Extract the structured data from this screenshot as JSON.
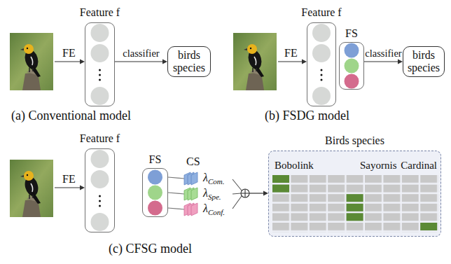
{
  "diagram": {
    "nodes": [
      {
        "text": [
          "Feature f"
        ]
      },
      {
        "text": [
          "birds species"
        ]
      },
      {
        "text": [
          "Feature f"
        ]
      },
      {
        "text": [
          "FS"
        ]
      },
      {
        "text": [
          "birds species"
        ]
      },
      {
        "text": [
          "Feature f"
        ]
      },
      {
        "text": [
          "FS"
        ]
      },
      {
        "text": [
          "Birds species",
          "Bobolink",
          "Sayornis",
          "Cardinal"
        ]
      }
    ],
    "edges": [
      {
        "from": 0,
        "to": 1,
        "label": "classifier",
        "arrow": "to"
      },
      {
        "from": 3,
        "to": 4,
        "label": "classifier",
        "arrow": "to"
      }
    ],
    "labels": [
      "FE",
      "(a) Conventional model",
      "FE",
      "(b) FSDG model",
      "FE",
      "CS",
      "λCom.",
      "λSpe.",
      "λConf.",
      "(c) CFSG model"
    ]
  }
}
